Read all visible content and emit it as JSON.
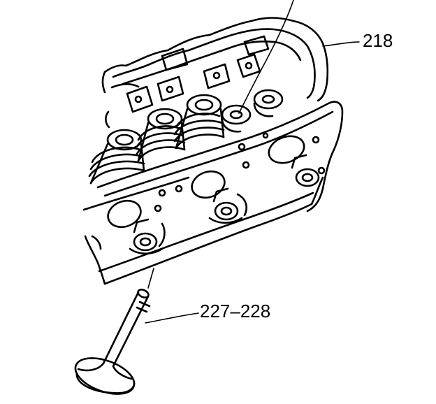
{
  "diagram": {
    "callouts": [
      {
        "id": "head",
        "text": "218"
      },
      {
        "id": "valve",
        "text": "227–228"
      }
    ]
  },
  "colors": {
    "line": "#000000",
    "background": "#ffffff"
  },
  "icons": {
    "part_drawing": "cylinder-head-valve-line-art"
  }
}
